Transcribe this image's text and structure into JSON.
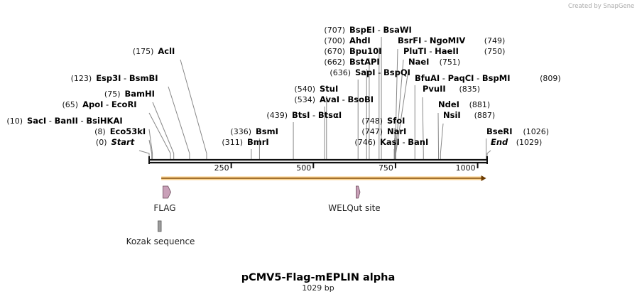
{
  "credit": "Created by SnapGene",
  "plasmid": {
    "name": "pCMV5-Flag-mEPLIN alpha",
    "length_label": "1029 bp",
    "length": 1029
  },
  "ticks": [
    "250",
    "500",
    "750",
    "1000"
  ],
  "sites": [
    {
      "pos": "(707)",
      "names": [
        "BspEI",
        "BsaWI"
      ],
      "bp": 707
    },
    {
      "pos": "(700)",
      "names": [
        "AhdI"
      ],
      "bp": 700
    },
    {
      "pos": "(175)",
      "names": [
        "AclI"
      ],
      "bp": 175
    },
    {
      "pos": "(670)",
      "names": [
        "Bpu10I"
      ],
      "bp": 670
    },
    {
      "pos": "(662)",
      "names": [
        "BstAPI"
      ],
      "bp": 662
    },
    {
      "pos": "(636)",
      "names": [
        "SapI",
        "BspQI"
      ],
      "bp": 636
    },
    {
      "pos": "(123)",
      "names": [
        "Esp3I",
        "BsmBI"
      ],
      "bp": 123
    },
    {
      "pos": "(540)",
      "names": [
        "StuI"
      ],
      "bp": 540
    },
    {
      "pos": "(75)",
      "names": [
        "BamHI"
      ],
      "bp": 75
    },
    {
      "pos": "(534)",
      "names": [
        "AvaI",
        "BsoBI"
      ],
      "bp": 534
    },
    {
      "pos": "(65)",
      "names": [
        "ApoI",
        "EcoRI"
      ],
      "bp": 65
    },
    {
      "pos": "(439)",
      "names": [
        "BtsI",
        "BtsαI"
      ],
      "bp": 439
    },
    {
      "pos": "(10)",
      "names": [
        "SacI",
        "BanII",
        "BsiHKAI"
      ],
      "bp": 10
    },
    {
      "pos": "(748)",
      "names": [
        "SfoI"
      ],
      "bp": 748
    },
    {
      "pos": "(8)",
      "names": [
        "Eco53kI"
      ],
      "bp": 8
    },
    {
      "pos": "(336)",
      "names": [
        "BsmI"
      ],
      "bp": 336
    },
    {
      "pos": "(747)",
      "names": [
        "NarI"
      ],
      "bp": 747
    },
    {
      "pos": "(0)",
      "names": [
        "Start"
      ],
      "bp": 0
    },
    {
      "pos": "(311)",
      "names": [
        "BmrI"
      ],
      "bp": 311
    },
    {
      "pos": "(746)",
      "names": [
        "KasI",
        "BanI"
      ],
      "bp": 746
    },
    {
      "pos": "(749)",
      "names": [
        "BsrFI",
        "NgoMIV"
      ],
      "bp": 749
    },
    {
      "pos": "(750)",
      "names": [
        "PluTI",
        "HaeII"
      ],
      "bp": 750
    },
    {
      "pos": "(751)",
      "names": [
        "NaeI"
      ],
      "bp": 751
    },
    {
      "pos": "(809)",
      "names": [
        "BfuAI",
        "PaqCI",
        "BspMI"
      ],
      "bp": 809
    },
    {
      "pos": "(835)",
      "names": [
        "PvuII"
      ],
      "bp": 835
    },
    {
      "pos": "(881)",
      "names": [
        "NdeI"
      ],
      "bp": 881
    },
    {
      "pos": "(887)",
      "names": [
        "NsiI"
      ],
      "bp": 887
    },
    {
      "pos": "(1026)",
      "names": [
        "BseRI"
      ],
      "bp": 1026
    },
    {
      "pos": "(1029)",
      "names": [
        "End"
      ],
      "bp": 1029
    }
  ],
  "features": [
    {
      "name": "FLAG",
      "start": 42,
      "end": 66,
      "color": "#c9a0b8"
    },
    {
      "name": "WELQut site",
      "start": 630,
      "end": 642,
      "color": "#c9a0b8"
    },
    {
      "name": "Kozak sequence",
      "start": 29,
      "end": 39,
      "color": "#9e9e9e"
    }
  ],
  "orf": {
    "start": 37,
    "end": 1026,
    "color": "#f6a623"
  }
}
